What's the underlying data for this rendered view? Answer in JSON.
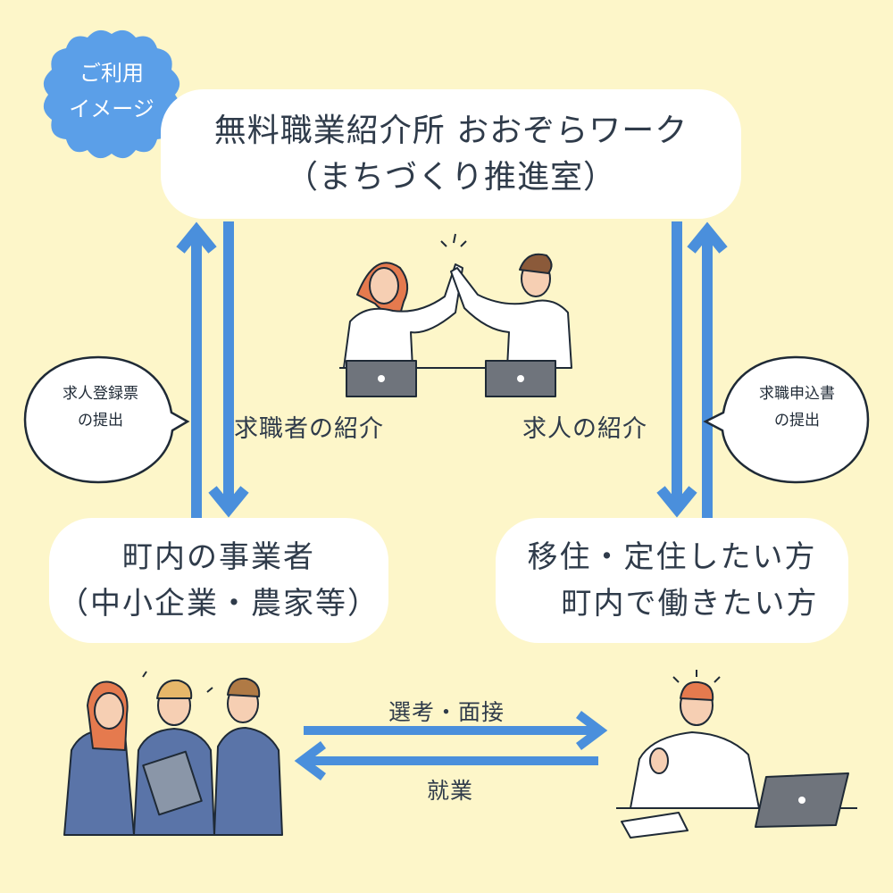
{
  "badge": {
    "line1": "ご利用",
    "line2": "イメージ"
  },
  "top_box": {
    "line1": "無料職業紹介所 おおぞらワーク",
    "line2": "（まちづくり推進室）"
  },
  "left_box": {
    "line1": "町内の事業者",
    "line2": "（中小企業・農家等）"
  },
  "right_box": {
    "line1": "移住・定住したい方",
    "line2": "町内で働きたい方"
  },
  "left_bubble": {
    "line1": "求人登録票",
    "line2": "の提出"
  },
  "right_bubble": {
    "line1": "求職申込書",
    "line2": "の提出"
  },
  "labels": {
    "left_flow": "求職者の紹介",
    "right_flow": "求人の紹介",
    "top_arrow": "選考・面接",
    "bottom_arrow": "就業"
  },
  "colors": {
    "background": "#fdf6c9",
    "arrow": "#4a8fdc",
    "badge": "#5b9fe8",
    "box": "#ffffff"
  }
}
